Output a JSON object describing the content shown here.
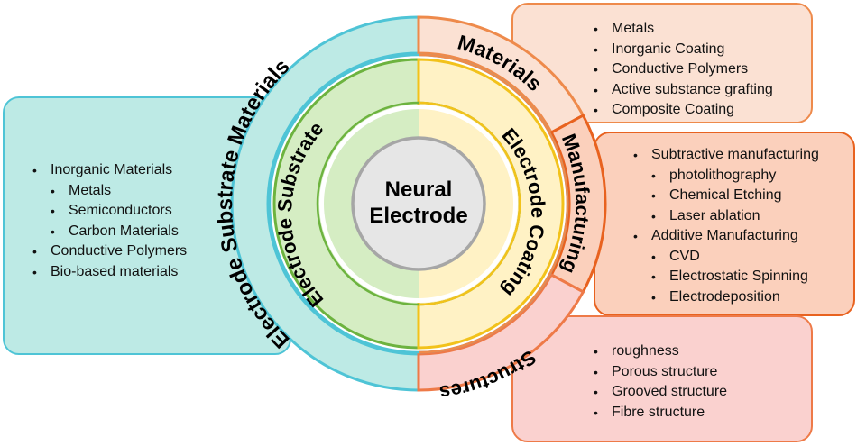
{
  "center": {
    "line1": "Neural",
    "line2": "Electrode"
  },
  "inner_ring": {
    "left": "Electrode Substrate",
    "right": "Electrode Coating"
  },
  "outer_ring": {
    "left": "Electrode Substrate Materials",
    "materials": "Materials",
    "manufacturing": "Manufacturing",
    "structures": "Structures"
  },
  "boxes": {
    "substrate": [
      "Inorganic Materials",
      "Metals",
      "Semiconductors",
      "Carbon Materials",
      "Conductive Polymers",
      "Bio-based materials"
    ],
    "materials": [
      "Metals",
      "Inorganic Coating",
      "Conductive Polymers",
      "Active substance grafting",
      "Composite Coating"
    ],
    "manufacturing": [
      "Subtractive manufacturing",
      "photolithography",
      "Chemical Etching",
      "Laser ablation",
      "Additive Manufacturing",
      "CVD",
      "Electrostatic Spinning",
      "Electrodeposition"
    ],
    "structures": [
      "roughness",
      "Porous structure",
      "Grooved structure",
      "Fibre structure"
    ]
  },
  "colors": {
    "teal_fill": "#bdeae5",
    "teal_border": "#4ec4d6",
    "materials_fill": "#fbe1d3",
    "materials_border": "#ee8a4b",
    "manufacturing_fill": "#fbd0bc",
    "manufacturing_border": "#e8621f",
    "structures_fill": "#fad1cf",
    "structures_border": "#ee7a48",
    "substrate_ring": "#d5edc3",
    "substrate_ring_border": "#6db33f",
    "coating_ring": "#fff2c5",
    "coating_ring_border": "#f2c21b",
    "center_fill": "#e6e6e6",
    "center_border": "#a6a6a6"
  }
}
